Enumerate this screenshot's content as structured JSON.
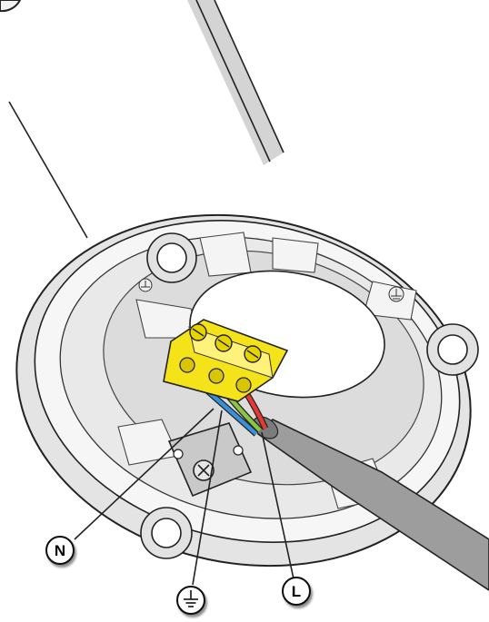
{
  "labels": {
    "neutral": "N",
    "live": "L",
    "earth_symbol": "earth-ground-symbol"
  },
  "wires": [
    {
      "name": "neutral",
      "color": "#3a8fd9"
    },
    {
      "name": "earth",
      "color": "#8cc63f"
    },
    {
      "name": "live",
      "color": "#e53935"
    }
  ],
  "colors": {
    "terminal_block": "#f5e31a",
    "cable": "#9b9b9b",
    "base_light": "#f4f4f4",
    "base_shade": "#d2d2d2",
    "rod": "#cfcfcf"
  }
}
